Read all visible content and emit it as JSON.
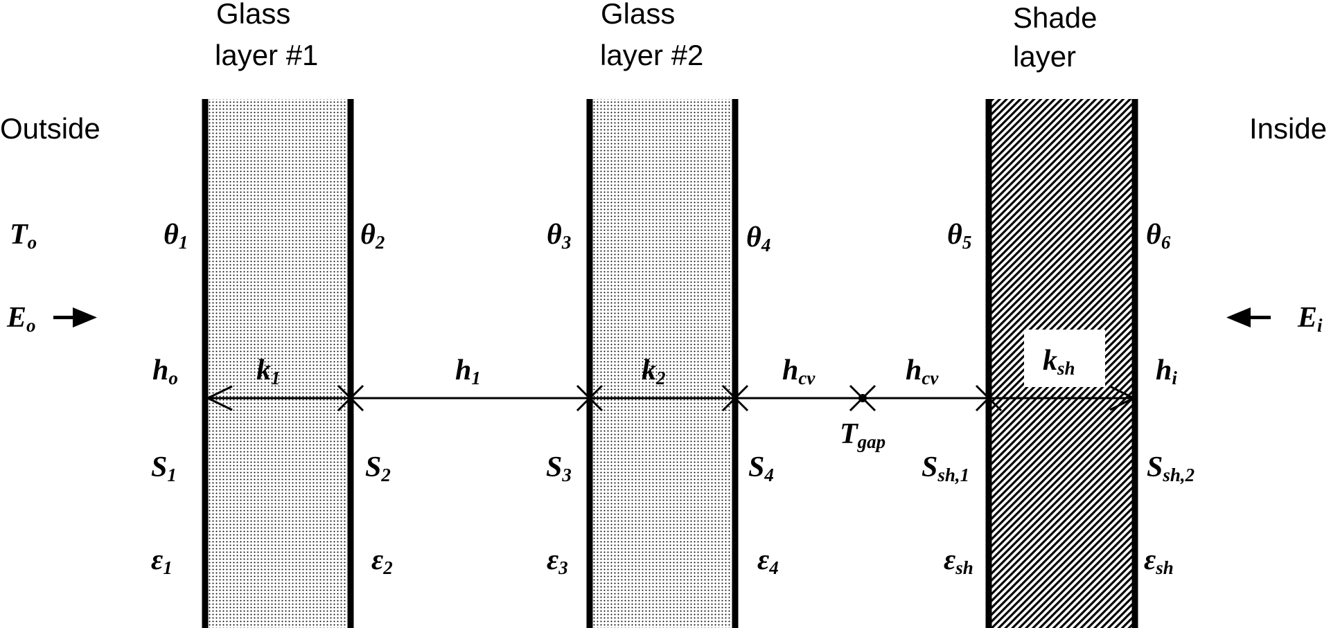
{
  "headings": {
    "glass1_line1": "Glass",
    "glass1_line2": "layer #1",
    "glass2_line1": "Glass",
    "glass2_line2": "layer #2",
    "shade_line1": "Shade",
    "shade_line2": "layer",
    "outside": "Outside",
    "inside": "Inside"
  },
  "symbols": {
    "t_o": {
      "base": "T",
      "sub": "o"
    },
    "e_o": {
      "base": "E",
      "sub": "o"
    },
    "e_i": {
      "base": "E",
      "sub": "i"
    },
    "h_o": {
      "base": "h",
      "sub": "o"
    },
    "h_i": {
      "base": "h",
      "sub": "i"
    },
    "theta1": {
      "base": "θ",
      "sub": "1"
    },
    "theta2": {
      "base": "θ",
      "sub": "2"
    },
    "theta3": {
      "base": "θ",
      "sub": "3"
    },
    "theta4": {
      "base": "θ",
      "sub": "4"
    },
    "theta5": {
      "base": "θ",
      "sub": "5"
    },
    "theta6": {
      "base": "θ",
      "sub": "6"
    },
    "k1": {
      "base": "k",
      "sub": "1"
    },
    "k2": {
      "base": "k",
      "sub": "2"
    },
    "ksh": {
      "base": "k",
      "sub": "sh"
    },
    "h1": {
      "base": "h",
      "sub": "1"
    },
    "hcv_a": {
      "base": "h",
      "sub": "cv"
    },
    "hcv_b": {
      "base": "h",
      "sub": "cv"
    },
    "tgap": {
      "base": "T",
      "sub": "gap"
    },
    "s1": {
      "base": "S",
      "sub": "1"
    },
    "s2": {
      "base": "S",
      "sub": "2"
    },
    "s3": {
      "base": "S",
      "sub": "3"
    },
    "s4": {
      "base": "S",
      "sub": "4"
    },
    "ssh1": {
      "base": "S",
      "sub": "sh,1"
    },
    "ssh2": {
      "base": "S",
      "sub": "sh,2"
    },
    "eps1": {
      "base": "ε",
      "sub": "1"
    },
    "eps2": {
      "base": "ε",
      "sub": "2"
    },
    "eps3": {
      "base": "ε",
      "sub": "3"
    },
    "eps4": {
      "base": "ε",
      "sub": "4"
    },
    "eps_sh_a": {
      "base": "ε",
      "sub": "sh"
    },
    "eps_sh_b": {
      "base": "ε",
      "sub": "sh"
    }
  }
}
